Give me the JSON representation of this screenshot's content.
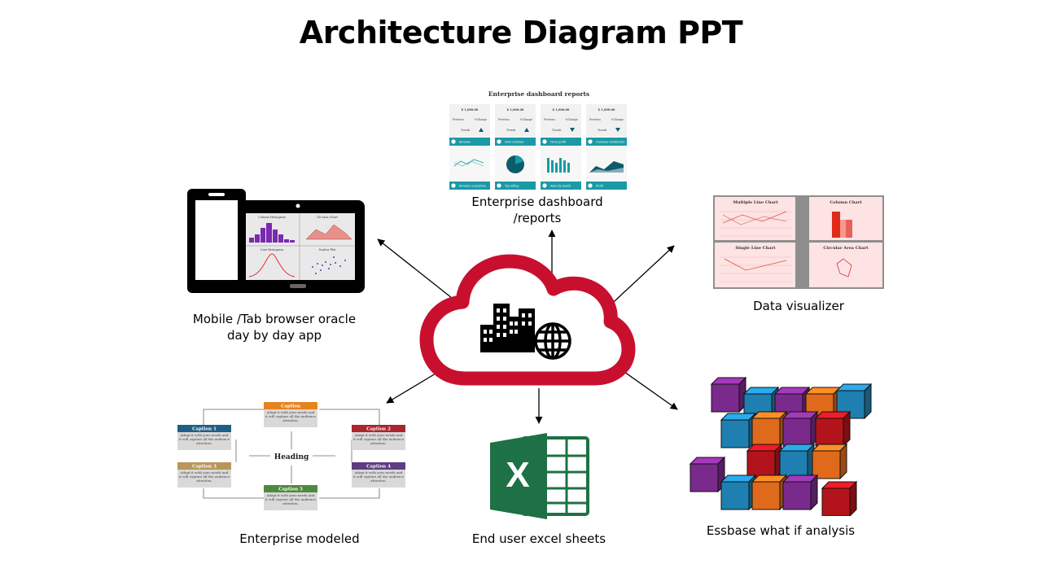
{
  "title": "Architecture Diagram PPT",
  "nodes": {
    "dashboard": {
      "label_line1": "Enterprise dashboard",
      "label_line2": "/reports",
      "thumb": {
        "heading": "Enterprise dashboard reports",
        "amount": "$ 1,000.00",
        "row_previous": "Previous",
        "row_change": "%Change",
        "trend": "Trends",
        "cards": [
          {
            "banner": "Revenue",
            "footer": "Revenue acquisition"
          },
          {
            "banner": "New customer",
            "footer": "Top selling"
          },
          {
            "banner": "Gross profit",
            "footer": "Sales by month"
          },
          {
            "banner": "Customer satisfaction",
            "footer": "Profit"
          }
        ]
      }
    },
    "mobile": {
      "label_line1": "Mobile /Tab browser oracle",
      "label_line2": "day by day app",
      "tablet": {
        "panel1": "Column Histogram",
        "panel2": "3D Area Chart",
        "panel3": "Line Histogram",
        "panel4": "Scatter Plot"
      }
    },
    "visualizer": {
      "label": "Data visualizer",
      "thumb": {
        "panel1": "Multiple Line Chart",
        "panel2": "Column Chart",
        "panel3": "Single Line Chart",
        "panel4": "Circular Area Chart"
      }
    },
    "modeled": {
      "label": "Enterprise modeled",
      "thumb": {
        "heading": "Heading",
        "body": "Adapt it with your needs and it will capture all the audience attention.",
        "captions": [
          "Caption",
          "Caption 1",
          "Caption 2",
          "Caption 3",
          "Caption 4",
          "Caption 5"
        ]
      }
    },
    "excel": {
      "label": "End user excel sheets",
      "glyph": "X"
    },
    "essbase": {
      "label": "Essbase what if analysis"
    }
  },
  "colors": {
    "cloud": "#c8102e",
    "teal": "#1a9aa6",
    "excel_green": "#1e7145",
    "purple": "#7a2a8c",
    "blue": "#1f7fb0",
    "orange": "#e06a1b",
    "red": "#b3141c"
  }
}
